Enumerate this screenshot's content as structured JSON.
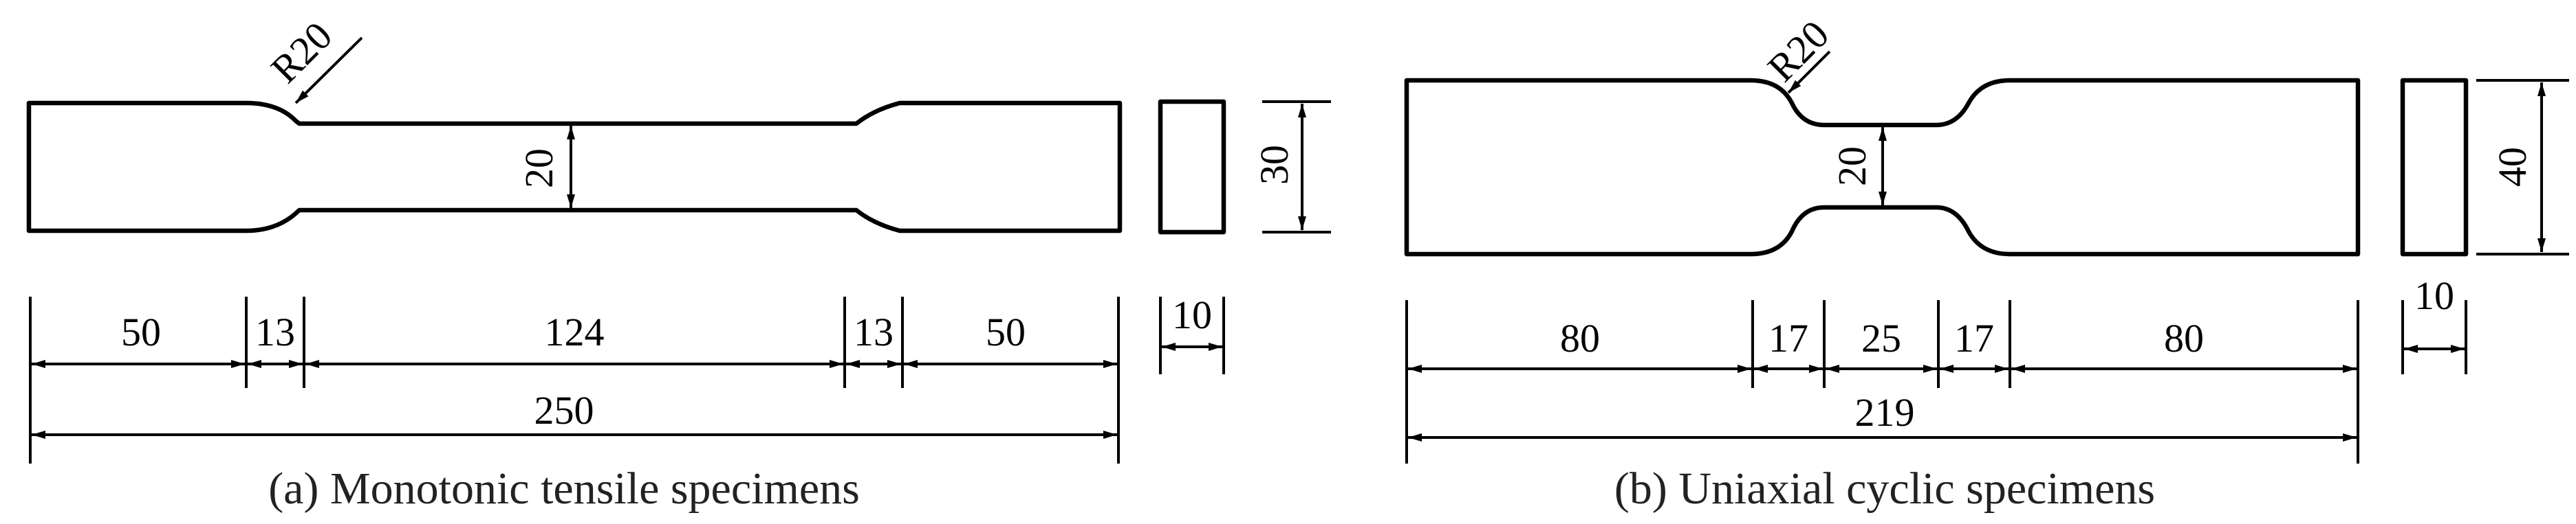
{
  "specimen_a": {
    "fillet_label": "R20",
    "width_label": "20",
    "depth_label": "30",
    "thickness_label": "10",
    "segments": [
      "50",
      "13",
      "124",
      "13",
      "50"
    ],
    "total_label": "250",
    "caption": "(a) Monotonic tensile specimens"
  },
  "specimen_b": {
    "fillet_label": "R20",
    "width_label": "20",
    "depth_label": "40",
    "thickness_label": "10",
    "segments": [
      "80",
      "17",
      "25",
      "17",
      "80"
    ],
    "total_label": "219",
    "caption": "(b) Uniaxial cyclic specimens"
  }
}
